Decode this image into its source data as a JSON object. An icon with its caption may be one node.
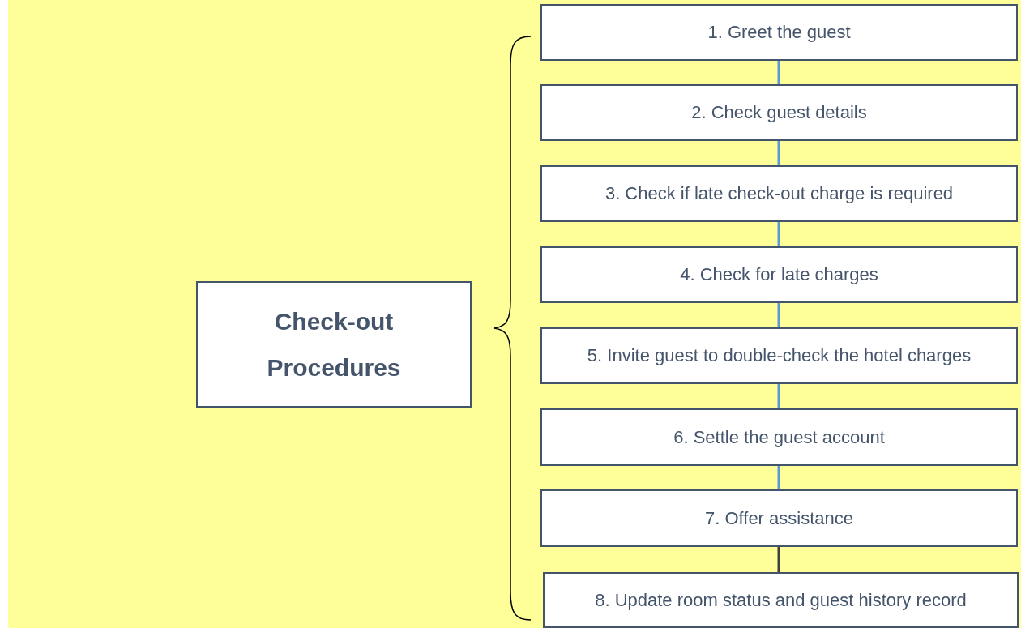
{
  "diagram": {
    "nodes": [
      {
        "text": [
          "Check-out Procedures"
        ]
      },
      {
        "text": [
          "1. Greet the guest"
        ]
      },
      {
        "text": [
          "2. Check guest details"
        ]
      },
      {
        "text": [
          "3. Check if late check-out charge is required"
        ]
      },
      {
        "text": [
          "4. Check for late charges"
        ]
      },
      {
        "text": [
          "5. Invite guest to double-check the hotel charges"
        ]
      },
      {
        "text": [
          "6. Settle the guest account"
        ]
      },
      {
        "text": [
          "7. Offer assistance"
        ]
      },
      {
        "text": [
          "8. Update room status and guest history record"
        ]
      }
    ],
    "edges": [
      {
        "from": 1,
        "to": 2,
        "arrow": "none"
      },
      {
        "from": 2,
        "to": 3,
        "arrow": "none"
      },
      {
        "from": 3,
        "to": 4,
        "arrow": "none"
      },
      {
        "from": 4,
        "to": 5,
        "arrow": "none"
      },
      {
        "from": 5,
        "to": 6,
        "arrow": "none"
      },
      {
        "from": 6,
        "to": 7,
        "arrow": "none"
      },
      {
        "from": 7,
        "to": 8,
        "arrow": "none",
        "color": "#404040"
      }
    ]
  }
}
